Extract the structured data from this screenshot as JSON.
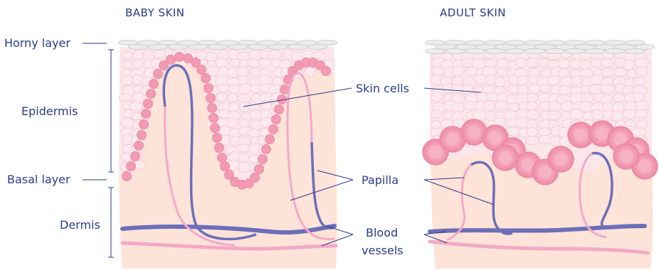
{
  "titles": {
    "baby": "BABY SKIN",
    "adult": "ADULT SKIN"
  },
  "left_labels": {
    "horny_layer": "Horny layer",
    "epidermis": "Epidermis",
    "basal_layer": "Basal layer",
    "dermis": "Dermis"
  },
  "center_labels": {
    "skin_cells": "Skin cells",
    "papilla": "Papilla",
    "blood_line1": "Blood",
    "blood_line2": "vessels"
  },
  "colors": {
    "text": "#2a3a8c",
    "dermis": "#fde3d8",
    "epidermis": "#fbe6ea",
    "cell_fill": "#fbe9ee",
    "cell_stroke": "#f6cdd8",
    "basal_cell": "#f29bb3",
    "vessel_blue": "#6c6fb8",
    "vessel_pink": "#f4a9c8",
    "horny": "#e6e6e6"
  }
}
